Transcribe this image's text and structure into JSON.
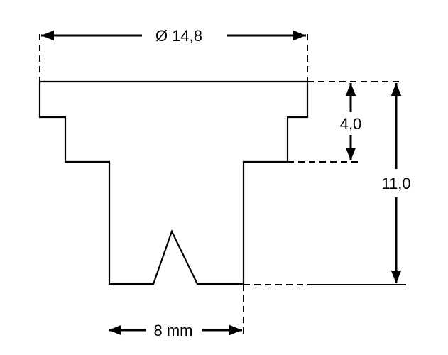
{
  "dimensions": {
    "diameter_label": "Ø 14,8",
    "upper_height_label": "4,0",
    "total_height_label": "11,0",
    "offset_label": "8 mm"
  },
  "colors": {
    "line": "#000000",
    "background": "#ffffff"
  }
}
